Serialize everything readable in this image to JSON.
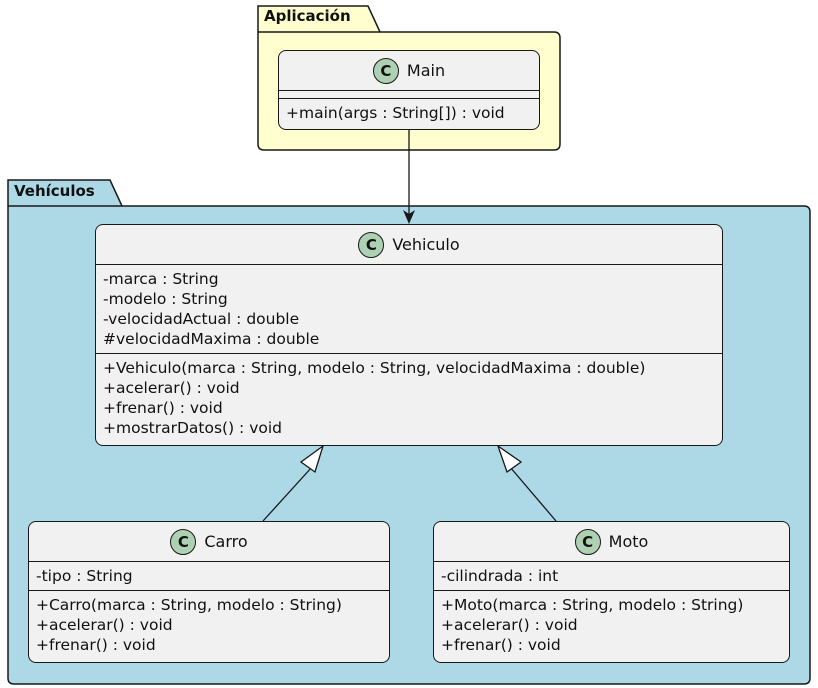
{
  "packages": {
    "app": {
      "name": "Aplicación"
    },
    "veh": {
      "name": "Vehículos"
    }
  },
  "classes": {
    "main": {
      "name": "Main",
      "attributes": [],
      "methods": [
        "+main(args : String[]) : void"
      ]
    },
    "vehiculo": {
      "name": "Vehiculo",
      "attributes": [
        "-marca : String",
        "-modelo : String",
        "-velocidadActual : double",
        "#velocidadMaxima : double"
      ],
      "methods": [
        "+Vehiculo(marca : String, modelo : String, velocidadMaxima : double)",
        "+acelerar() : void",
        "+frenar() : void",
        "+mostrarDatos() : void"
      ]
    },
    "carro": {
      "name": "Carro",
      "attributes": [
        "-tipo : String"
      ],
      "methods": [
        "+Carro(marca : String, modelo : String)",
        "+acelerar() : void",
        "+frenar() : void"
      ]
    },
    "moto": {
      "name": "Moto",
      "attributes": [
        "-cilindrada : int"
      ],
      "methods": [
        "+Moto(marca : String, modelo : String)",
        "+acelerar() : void",
        "+frenar() : void"
      ]
    }
  },
  "class_badge": "C",
  "relations": [
    {
      "from": "Main",
      "to": "Vehiculo",
      "kind": "association"
    },
    {
      "from": "Carro",
      "to": "Vehiculo",
      "kind": "inheritance"
    },
    {
      "from": "Moto",
      "to": "Vehiculo",
      "kind": "inheritance"
    }
  ],
  "colors": {
    "app_fill": "#fefece",
    "veh_fill": "#add8e6",
    "class_fill": "#f1f1f1",
    "badge_fill": "#add1b2",
    "line": "#181818"
  }
}
